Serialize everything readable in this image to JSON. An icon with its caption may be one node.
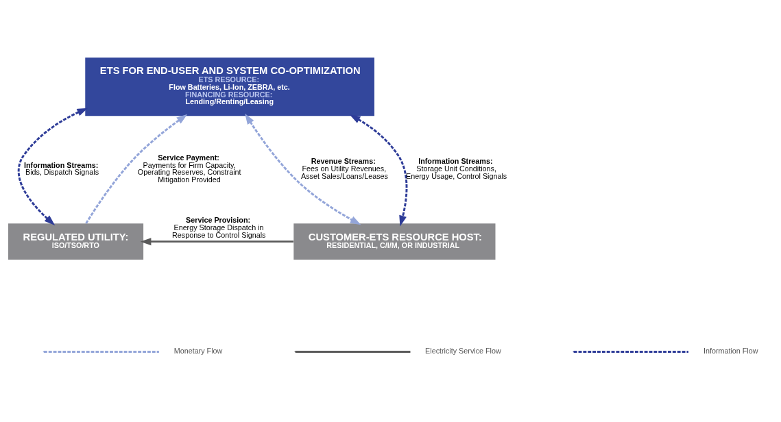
{
  "diagram": {
    "nodes": [
      {
        "text": [
          "ETS FOR END-USER AND SYSTEM CO-OPTIMIZATION",
          "ETS RESOURCE:",
          "Flow Batteries, Li-Ion, ZEBRA, etc.",
          "FINANCING RESOURCE:",
          "Lending/Renting/Leasing"
        ]
      },
      {
        "text": [
          "REGULATED UTILITY:",
          "ISO/TSO/RTO"
        ]
      },
      {
        "text": [
          "CUSTOMER-ETS RESOURCE HOST:",
          "RESIDENTIAL, C/I/M, OR INDUSTRIAL"
        ]
      }
    ],
    "edges": [
      {
        "from": 1,
        "to": 0,
        "arrow": "to",
        "label": "**Service Payment:** Payments for Firm Capacity, Operating Reserves, Constraint Mitigation Provided",
        "style": "dashed",
        "color": "#93a5d9"
      },
      {
        "from": 0,
        "to": 1,
        "arrow": "both",
        "label": "**Information Streams:** Bids, Dispatch Signals",
        "style": "dashed",
        "color": "#2e3c98"
      },
      {
        "from": 0,
        "to": 2,
        "arrow": "both",
        "label": "**Revenue Streams:** Fees on Utility Revenues, Asset Sales/Loans/Leases",
        "style": "dashed",
        "color": "#93a5d9"
      },
      {
        "from": 0,
        "to": 2,
        "arrow": "both",
        "label": "**Information Streams:** Storage Unit Conditions, Energy Usage, Control Signals",
        "style": "dashed",
        "color": "#2e3c98"
      },
      {
        "from": 2,
        "to": 1,
        "arrow": "to",
        "label": "**Service Provision:** Energy Storage Dispatch in Response to Control Signals",
        "color": "#5a5a5a"
      }
    ],
    "legend": [
      {
        "text": "Monetary Flow"
      },
      {
        "text": "Electricity Service Flow"
      },
      {
        "text": "Information Flow"
      }
    ]
  }
}
